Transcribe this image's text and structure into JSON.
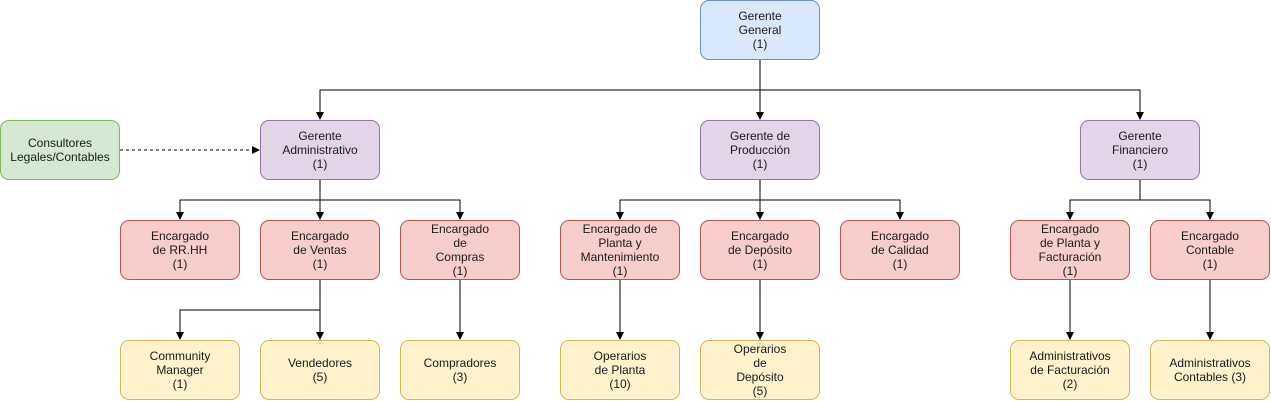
{
  "nodes": {
    "gg": {
      "label": "Gerente\nGeneral\n(1)"
    },
    "ga": {
      "label": "Gerente\nAdministrativo\n(1)"
    },
    "gp": {
      "label": "Gerente de\nProducción\n(1)"
    },
    "gf": {
      "label": "Gerente\nFinanciero\n(1)"
    },
    "cons": {
      "label": "Consultores\nLegales/Contables"
    },
    "rrhh": {
      "label": "Encargado\nde RR.HH\n(1)"
    },
    "ven": {
      "label": "Encargado\nde Ventas\n(1)"
    },
    "com": {
      "label": "Encargado\nde\nCompras\n(1)"
    },
    "pm": {
      "label": "Encargado de\nPlanta y\nMantenimiento\n(1)"
    },
    "dep": {
      "label": "Encargado\nde Depósito\n(1)"
    },
    "cal": {
      "label": "Encargado\nde Calidad\n(1)"
    },
    "pf": {
      "label": "Encargado\nde Planta y\nFacturación\n(1)"
    },
    "cont": {
      "label": "Encargado\nContable\n(1)"
    },
    "cm": {
      "label": "Community\nManager\n(1)"
    },
    "vend": {
      "label": "Vendedores\n(5)"
    },
    "compr": {
      "label": "Compradores\n(3)"
    },
    "op": {
      "label": "Operarios\nde Planta\n(10)"
    },
    "od": {
      "label": "Operarios\nde\nDepósito\n(5)"
    },
    "af": {
      "label": "Administrativos\nde Facturación\n(2)"
    },
    "ac": {
      "label": "Administrativos\nContables (3)"
    }
  }
}
